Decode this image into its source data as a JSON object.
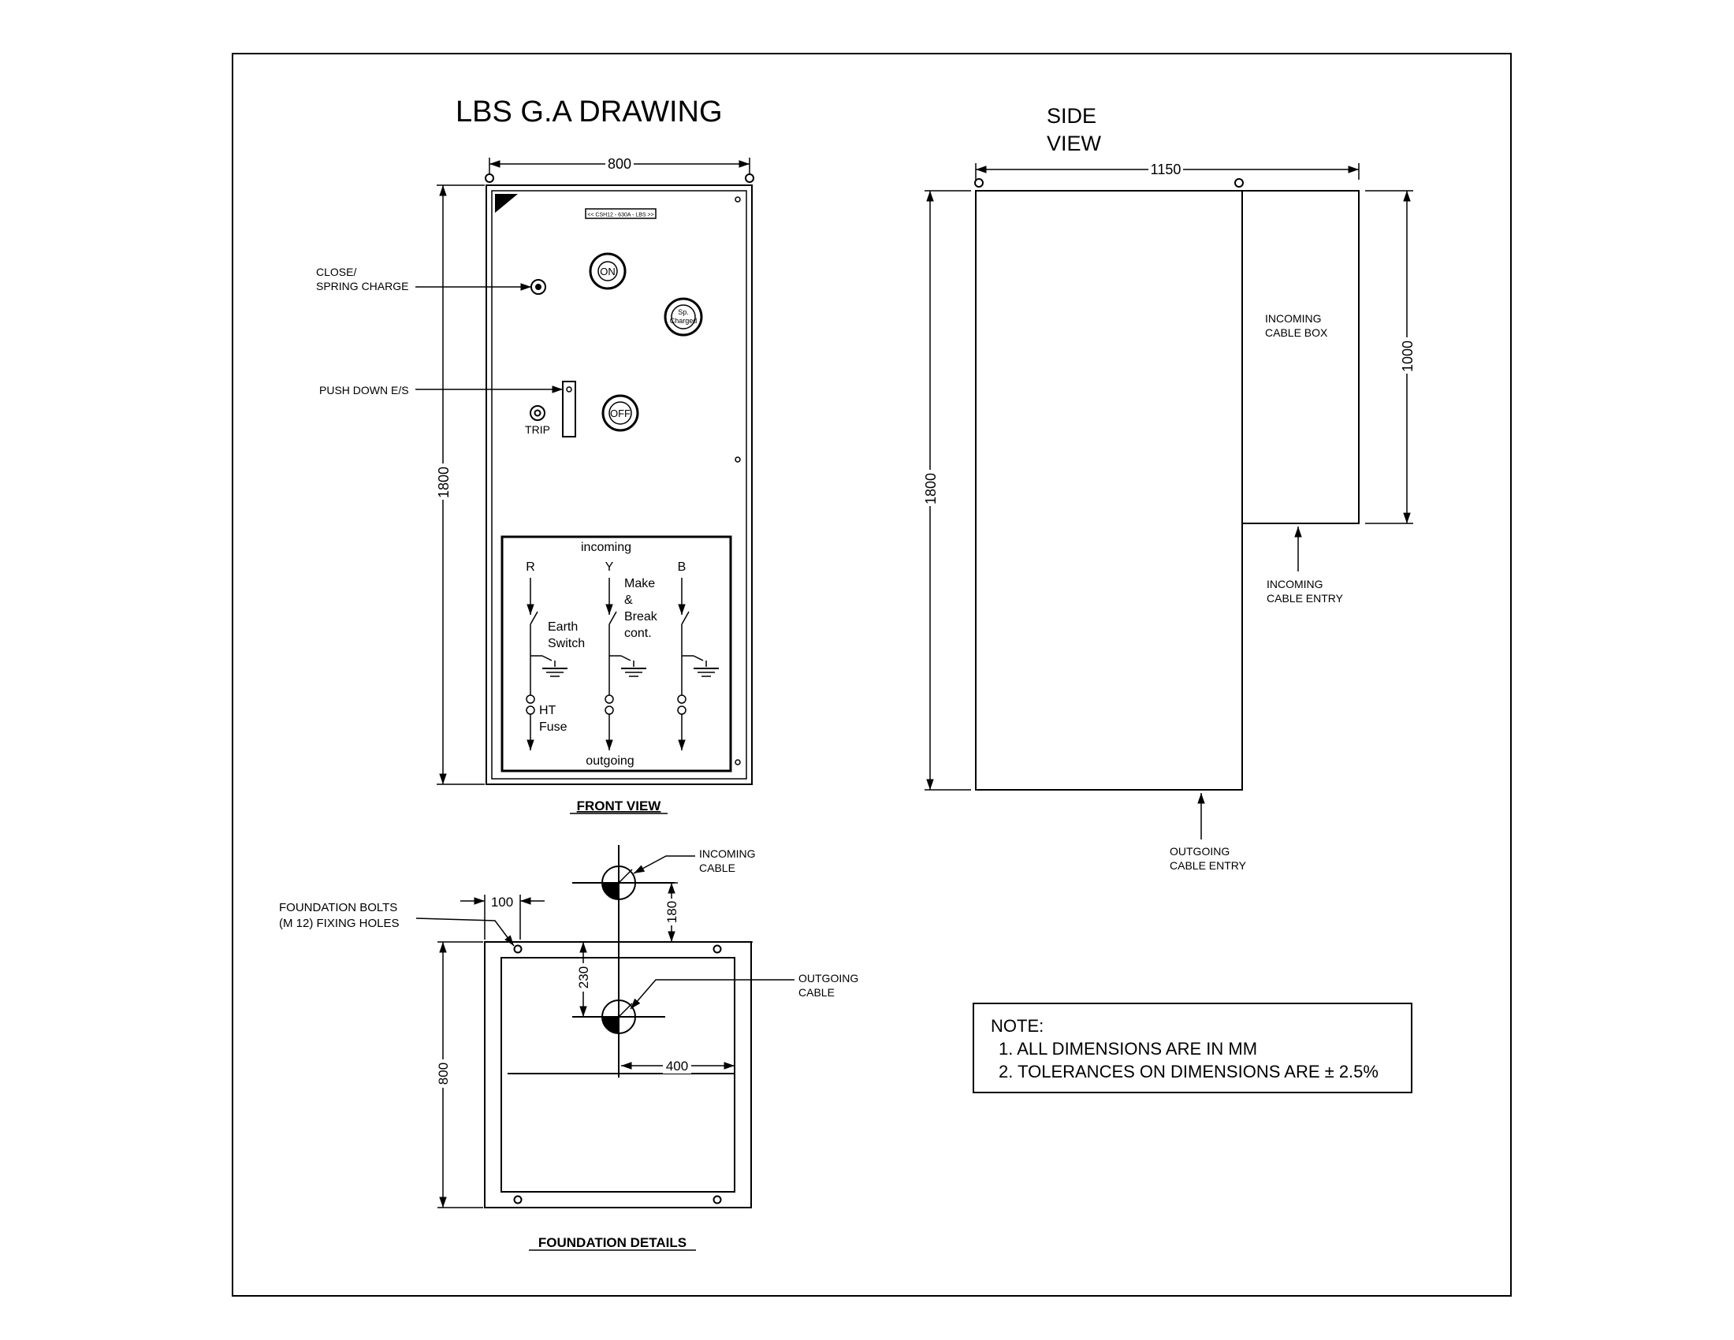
{
  "title": "LBS  G.A DRAWING",
  "front_view": {
    "label": "FRONT VIEW",
    "nameplate": "<< CSH12 - 630A - LBS >>",
    "width_dim": "800",
    "height_dim": "1800",
    "callouts": {
      "close_line1": "CLOSE/",
      "close_line2": "SPRING CHARGE",
      "push_down": "PUSH DOWN E/S"
    },
    "buttons": {
      "on": "ON",
      "off": "OFF",
      "sp_line1": "Sp.",
      "sp_line2": "Charged",
      "trip": "TRIP"
    },
    "mimic": {
      "incoming": "incoming",
      "outgoing": "outgoing",
      "phases": [
        "R",
        "Y",
        "B"
      ],
      "earth_line1": "Earth",
      "earth_line2": "Switch",
      "make_lines": [
        "Make",
        "&",
        "Break",
        "cont."
      ],
      "fuse_line1": "HT",
      "fuse_line2": "Fuse"
    }
  },
  "side_view": {
    "label_line1": "SIDE",
    "label_line2": "VIEW",
    "width_dim": "1150",
    "height_dim": "1800",
    "box_height_dim": "1000",
    "box_label_line1": "INCOMING",
    "box_label_line2": "CABLE BOX",
    "in_entry_line1": "INCOMING",
    "in_entry_line2": "CABLE ENTRY",
    "out_entry_line1": "OUTGOING",
    "out_entry_line2": "CABLE ENTRY"
  },
  "foundation": {
    "label": "FOUNDATION DETAILS",
    "bolts_line1": "FOUNDATION BOLTS",
    "bolts_line2": "(M 12) FIXING HOLES",
    "dim_100": "100",
    "dim_180": "180",
    "dim_230": "230",
    "dim_400": "400",
    "dim_800": "800",
    "in_cable_line1": "INCOMING",
    "in_cable_line2": "CABLE",
    "out_cable_line1": "OUTGOING",
    "out_cable_line2": "CABLE"
  },
  "note": {
    "heading": "NOTE:",
    "items": [
      "1. ALL DIMENSIONS ARE IN MM",
      "2. TOLERANCES ON DIMENSIONS ARE ± 2.5%"
    ]
  }
}
